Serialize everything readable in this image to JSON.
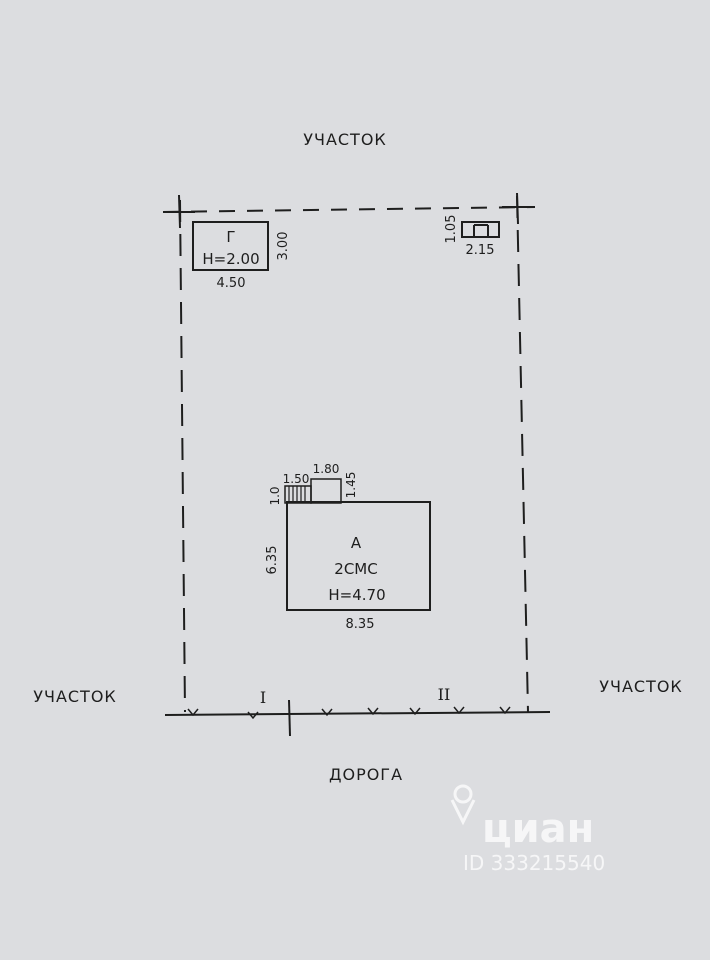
{
  "labels": {
    "plot_top": "УЧАСТОК",
    "plot_left": "УЧАСТОК",
    "plot_right": "УЧАСТОК",
    "road": "ДОРОГА"
  },
  "garage": {
    "letter": "Г",
    "height": "Н=2.00",
    "width_dim": "4.50",
    "depth_dim": "3.00"
  },
  "small_building": {
    "width_dim": "2.15",
    "depth_dim": "1.05"
  },
  "house": {
    "letter": "А",
    "floors": "2СМС",
    "height": "Н=4.70",
    "width_dim": "8.35",
    "depth_dim": "6.35",
    "porch_left_width": "1.50",
    "porch_width": "1.80",
    "porch_left_depth": "1.0",
    "porch_depth": "1.45"
  },
  "gates": {
    "gate_1": "I",
    "gate_2": "II"
  },
  "watermark": {
    "brand": "циан",
    "id": "ID 333215540"
  }
}
